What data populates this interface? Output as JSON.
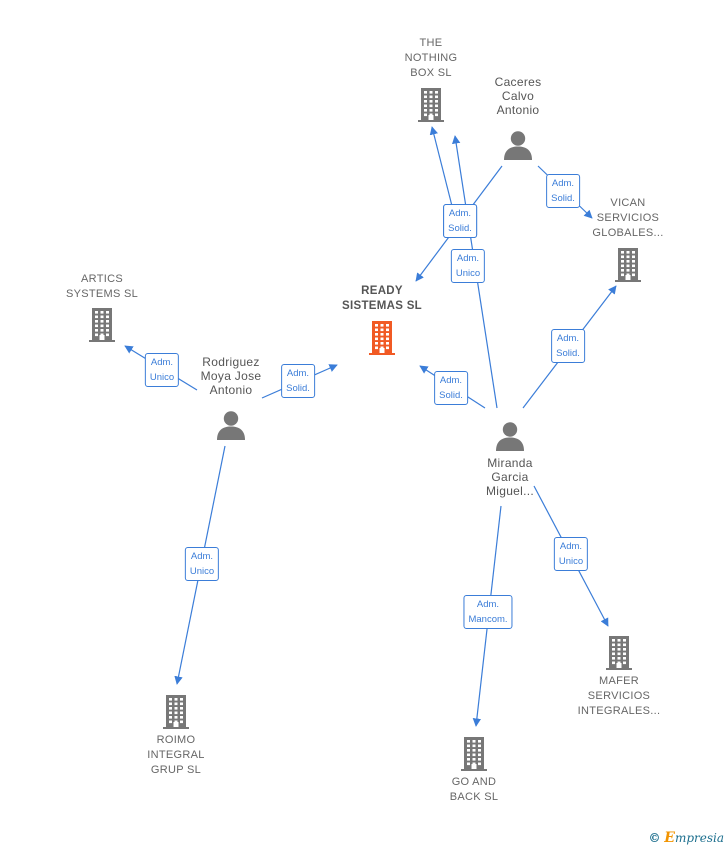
{
  "nodes": {
    "ready": {
      "label_lines": [
        "READY",
        "SISTEMAS SL"
      ],
      "type": "company",
      "color": "#f15a24"
    },
    "nothing": {
      "label_lines": [
        "THE",
        "NOTHING",
        "BOX SL"
      ],
      "type": "company",
      "color": "#777777"
    },
    "caceres": {
      "label_lines": [
        "Caceres",
        "Calvo",
        "Antonio"
      ],
      "type": "person",
      "color": "#777777"
    },
    "vican": {
      "label_lines": [
        "VICAN",
        "SERVICIOS",
        "GLOBALES..."
      ],
      "type": "company",
      "color": "#777777"
    },
    "artics": {
      "label_lines": [
        "ARTICS",
        "SYSTEMS SL"
      ],
      "type": "company",
      "color": "#777777"
    },
    "rodriguez": {
      "label_lines": [
        "Rodriguez",
        "Moya Jose",
        "Antonio"
      ],
      "type": "person",
      "color": "#777777"
    },
    "miranda": {
      "label_lines": [
        "Miranda",
        "Garcia",
        "Miguel..."
      ],
      "type": "person",
      "color": "#777777"
    },
    "roimo": {
      "label_lines": [
        "ROIMO",
        "INTEGRAL",
        "GRUP SL"
      ],
      "type": "company",
      "color": "#777777"
    },
    "mafer": {
      "label_lines": [
        "MAFER",
        "SERVICIOS",
        "INTEGRALES..."
      ],
      "type": "company",
      "color": "#777777"
    },
    "goandback": {
      "label_lines": [
        "GO AND",
        "BACK SL"
      ],
      "type": "company",
      "color": "#777777"
    }
  },
  "edges": [
    {
      "from": "caceres",
      "to": "nothing",
      "label_lines": [
        "Adm.",
        "Solid."
      ]
    },
    {
      "from": "caceres",
      "to": "ready",
      "label_lines": [
        "Adm.",
        "Solid."
      ]
    },
    {
      "from": "caceres",
      "to": "vican",
      "label_lines": [
        "Adm.",
        "Solid."
      ]
    },
    {
      "from": "miranda",
      "to": "nothing",
      "label_lines": [
        "Adm.",
        "Unico"
      ]
    },
    {
      "from": "miranda",
      "to": "ready",
      "label_lines": [
        "Adm.",
        "Solid."
      ]
    },
    {
      "from": "miranda",
      "to": "vican",
      "label_lines": [
        "Adm.",
        "Solid."
      ]
    },
    {
      "from": "rodriguez",
      "to": "artics",
      "label_lines": [
        "Adm.",
        "Unico"
      ]
    },
    {
      "from": "rodriguez",
      "to": "ready",
      "label_lines": [
        "Adm.",
        "Solid."
      ]
    },
    {
      "from": "rodriguez",
      "to": "roimo",
      "label_lines": [
        "Adm.",
        "Unico"
      ]
    },
    {
      "from": "miranda",
      "to": "mafer",
      "label_lines": [
        "Adm.",
        "Unico"
      ]
    },
    {
      "from": "miranda",
      "to": "goandback",
      "label_lines": [
        "Adm.",
        "Mancom."
      ]
    }
  ],
  "colors": {
    "edge": "#3b7dd8",
    "highlight": "#f15a24",
    "node": "#777777"
  },
  "footer": {
    "copyright": "©",
    "brand_initial": "E",
    "brand_rest": "mpresia"
  }
}
